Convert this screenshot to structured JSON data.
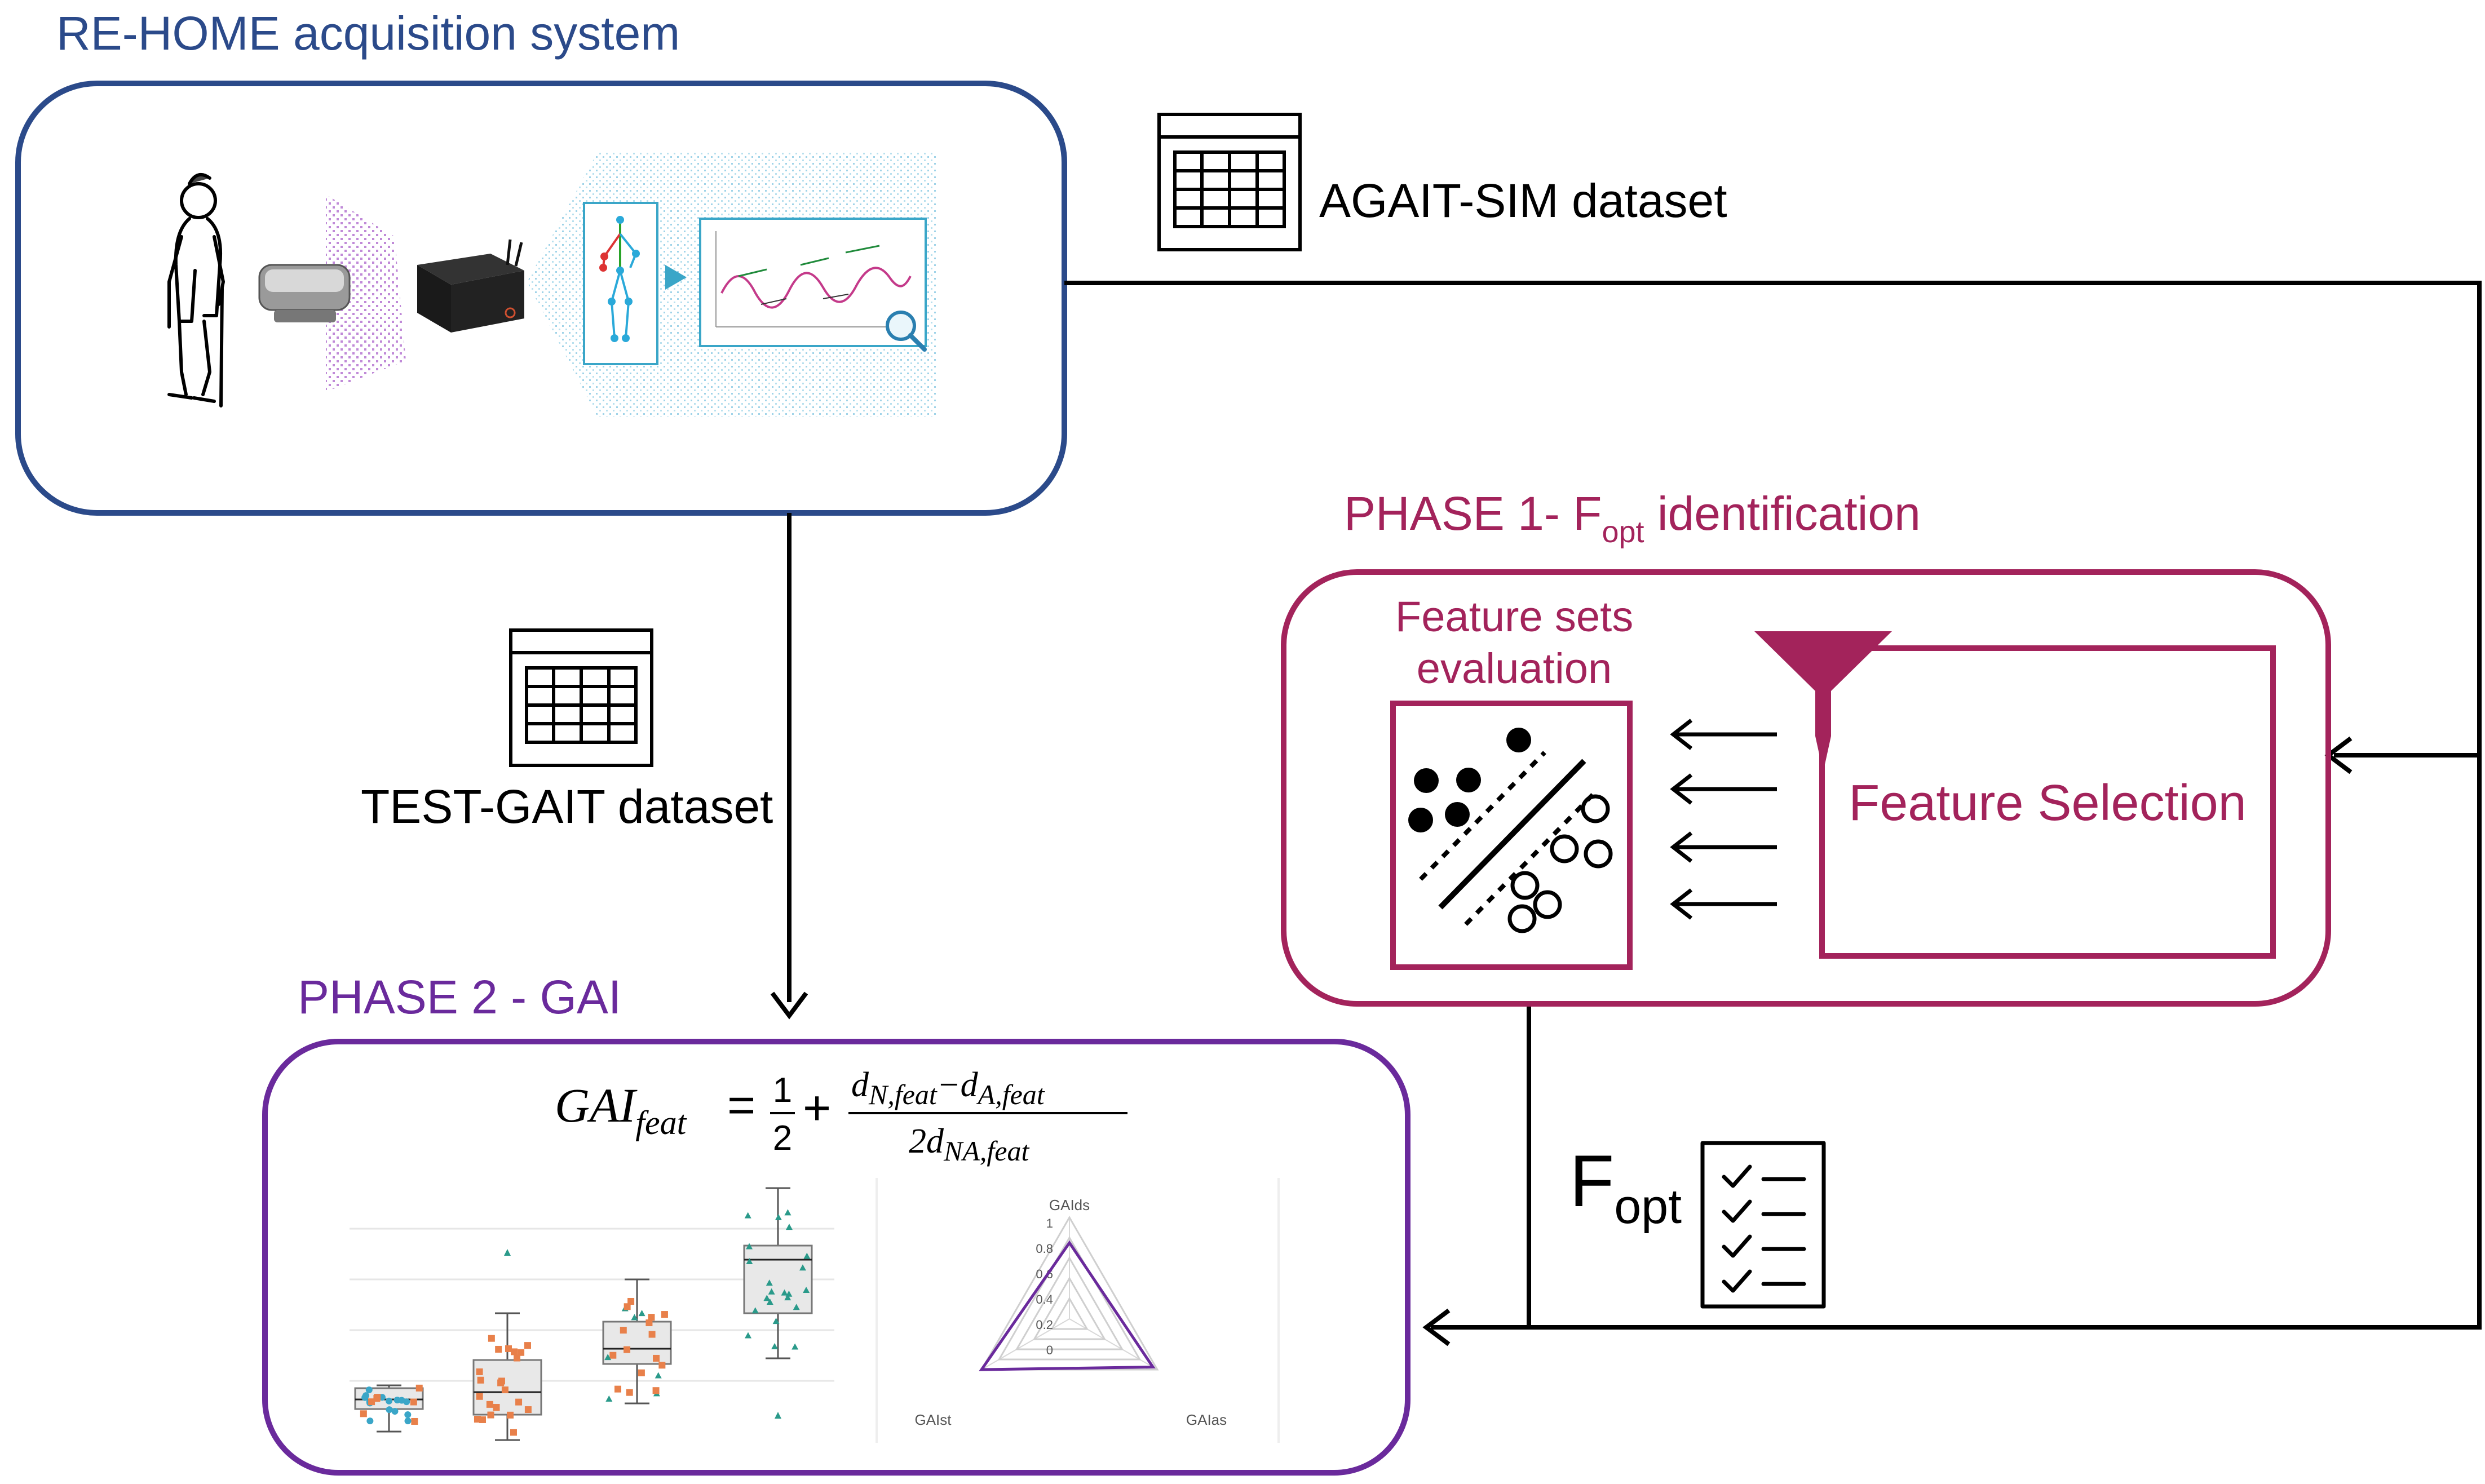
{
  "colors": {
    "rehome_blue": "#2b4a8a",
    "phase1_crimson": "#a3235b",
    "phase2_purple": "#6a2a9c",
    "black": "#000000",
    "cyan": "#3aa6c8",
    "orange": "#e8804a",
    "teal": "#2a9a8a",
    "speckle_purple": "#c08ad8"
  },
  "titles": {
    "rehome": "RE-HOME acquisition system",
    "phase1_prefix": "PHASE 1- F",
    "phase1_sub": "opt",
    "phase1_suffix": " identification",
    "phase2": "PHASE 2 - GAI"
  },
  "datasets": {
    "agait": "AGAIT-SIM dataset",
    "test": "TEST-GAIT dataset"
  },
  "phase1": {
    "eval_line1": "Feature sets",
    "eval_line2": "evaluation",
    "feature_selection": "Feature Selection"
  },
  "fopt": {
    "main": "F",
    "sub": "opt"
  },
  "formula": {
    "lhs": "GAI",
    "lhs_sub": "feat",
    "eq": "=",
    "half_num": "1",
    "half_den": "2",
    "plus": "+",
    "num_a": "d",
    "num_a_sub": "N,feat",
    "minus": "−",
    "num_b": "d",
    "num_b_sub": "A,feat",
    "den": "2d",
    "den_sub": "NA,feat"
  },
  "radar": {
    "axis_top": "GAIds",
    "axis_right": "GAIas",
    "axis_left": "GAIst",
    "ticks": [
      "1",
      "0.8",
      "0.6",
      "0.4",
      "0.2",
      "0"
    ],
    "values": {
      "GAIds": 0.75,
      "GAIas": 0.95,
      "GAIst": 1.0
    }
  },
  "icons": {
    "table": "table-grid-icon",
    "checklist": "checklist-icon",
    "funnel": "funnel-icon",
    "magnifier": "magnifier-icon",
    "person": "elderly-person-icon",
    "sensor": "depth-sensor-icon",
    "computer": "mini-pc-icon",
    "skeleton": "skeleton-icon"
  }
}
